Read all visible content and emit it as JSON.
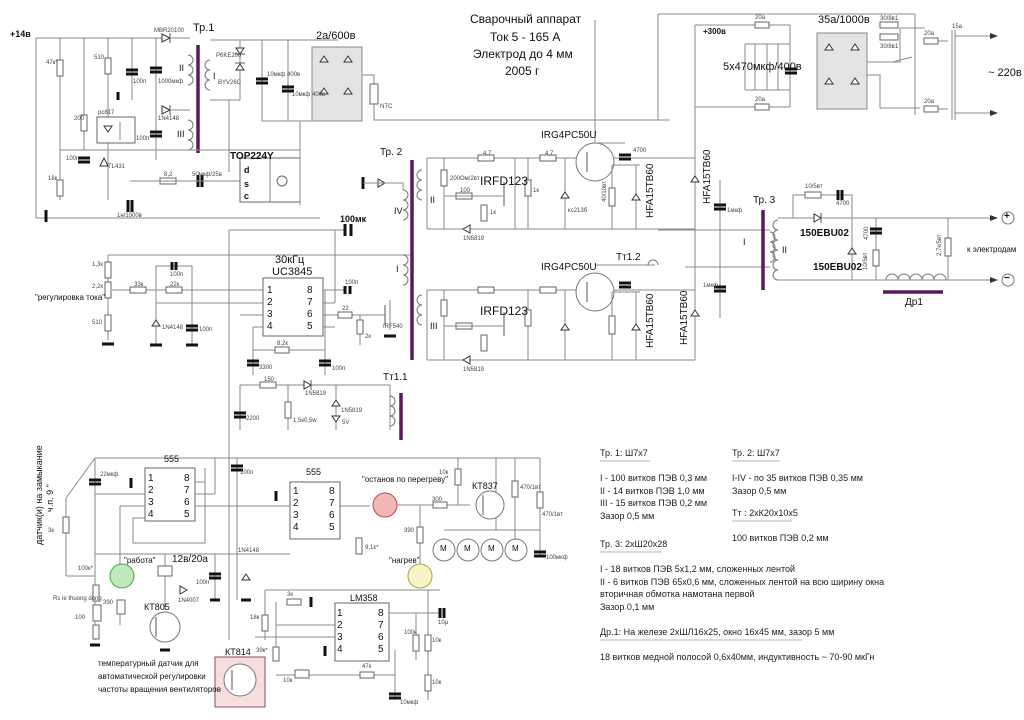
{
  "title": {
    "line1": "Сварочный аппарат",
    "line2": "Ток 5 - 165 А",
    "line3": "Электрод  до 4 мм",
    "line4": "2005 г"
  },
  "power_supply": {
    "rail": "+14в",
    "transformer": "Тр.1",
    "controller": "TOP224Y",
    "controller_pins": [
      "d",
      "s",
      "c"
    ],
    "bridge": "2а/600в",
    "ntc": "NTC",
    "components": [
      "47к*",
      "510",
      "200",
      "100п",
      "18к",
      "1н/1000в",
      "MBR20100",
      "100п",
      "1000мкф",
      "pc817",
      "1N4148",
      "100п",
      "TL431",
      "8,2",
      "50мкф/25в",
      "P6KE200",
      "BYV26C",
      "10мкф 400в",
      "10мкф 400в"
    ],
    "windings": [
      "II",
      "III",
      "I"
    ]
  },
  "mains": {
    "rail": "+300в",
    "bridge": "35а/1000в",
    "capacitors": "5х470мкф/400в",
    "fuses": [
      "20а",
      "20а",
      "30/8в1",
      "30/8в1",
      "20а",
      "20а"
    ],
    "switch": "15а",
    "input": "~ 220в"
  },
  "controller": {
    "freq": "30кГц",
    "chip": "UC3845",
    "pins_left": [
      "1",
      "2",
      "3",
      "4"
    ],
    "pins_right": [
      "8",
      "7",
      "6",
      "5"
    ],
    "cap_100mk": "100мк",
    "current_adjust": "\"регулировка тока\"",
    "components": [
      "1,3к",
      "2,2к",
      "510",
      "33к",
      "22к",
      "100п",
      "1N4148",
      "100п",
      "100п",
      "22",
      "2к",
      "IRF540",
      "8,2к",
      "3300",
      "100п",
      "150",
      "1N5819",
      "1,5к0,5w",
      "2200",
      "1N5819",
      "5V",
      "IRF540"
    ],
    "pulse_transformer_1": "Тт1.1"
  },
  "power_stage": {
    "transformer2": "Тр. 2",
    "transformer3": "Тр. 3",
    "igbt": "IRG4PC50U",
    "mosfet": "IRFD123",
    "fast_diode": "HFA15TB60",
    "pulse_transformer_2": "Тт1.2",
    "components": [
      "4,7",
      "4,7",
      "200Ом/2вт",
      "100",
      "1к",
      "1к",
      "1N5819",
      "1N5819",
      "кс213б",
      "4700",
      "40/10вт",
      "1мкф",
      "1мкф"
    ],
    "windings": [
      "II",
      "III",
      "IV",
      "I"
    ]
  },
  "output": {
    "rectifier": "150EBU02",
    "rectifier2": "150EBU02",
    "choke": "Др1",
    "to_electrodes": "к электродам",
    "plus": "+",
    "minus": "−",
    "components": [
      "10/5вт",
      "4700",
      "4700",
      "10/5вт",
      "2,7к/5вт"
    ],
    "windings": [
      "I",
      "II"
    ]
  },
  "thermal": {
    "timer1": "555",
    "timer2": "555",
    "timer_pins_left": [
      "1",
      "2",
      "3",
      "4"
    ],
    "timer_pins_right": [
      "8",
      "7",
      "6",
      "5"
    ],
    "relay": "12в/20а",
    "led_work": "\"работа\"",
    "led_overheat": "\"останов по перегреву\"",
    "led_heat": "\"нагрев\"",
    "fan_driver": "КТ837",
    "relay_driver": "КТ805",
    "opamp": "LM358",
    "temp_transistor": "КТ814",
    "short_sensor": "датчик(и) на замыкание",
    "short_sensor_sub": "ч.п. 9 \"",
    "rs_note": "Rs le thuong dong",
    "temp_sensor_note": [
      "температурный датчик для",
      "автоматической регулировки",
      "частоты вращения вентиляторов"
    ],
    "motor": "M",
    "components": [
      "22мкф",
      "3к",
      "100к*",
      "390",
      "100",
      "100п",
      "1N4148",
      "100п",
      "1N4007",
      "10к",
      "300",
      "390",
      "470/1вт",
      "470/1вт",
      "100мкф",
      "9,1к*",
      "3к",
      "18к",
      "39к*",
      "10к",
      "47к",
      "100к",
      "10к",
      "10к",
      "10μ",
      "10мкф"
    ]
  },
  "notes": {
    "tr1_title": "Тр. 1:  Ш7х7",
    "tr1_lines": [
      "I - 100 витков ПЭВ 0,3 мм",
      "II - 14 витков ПЭВ 1,0 мм",
      "III - 15 витков ПЭВ 0,2 мм",
      "Зазор 0,5 мм"
    ],
    "tr2_title": "Тр. 2: Ш7х7",
    "tr2_lines": [
      "I-IV - по 35 витков ПЭВ 0,35 мм",
      "Зазор 0,5 мм"
    ],
    "tt_title": "Тт : 2хК20х10х5",
    "tt_line": "100 витков ПЭВ 0,2 мм",
    "tr3_title": "Тр. 3: 2хШ20х28",
    "tr3_lines": [
      "I - 18 витков ПЭВ 5х1,2 мм, сложенных лентой",
      "II - 6 витков ПЭВ 65х0,6 мм, сложенных лентой на всю  ширину окна",
      "вторичная обмотка намотана первой",
      "Зазор 0,1 мм"
    ],
    "choke_title": "Др.1: На железе 2хШЛ16х25, окно 16х45 мм, зазор 5 мм",
    "choke_line": "18 витков медной полосой 0,6х40мм, индуктивность ~  70-90 мкГн"
  }
}
